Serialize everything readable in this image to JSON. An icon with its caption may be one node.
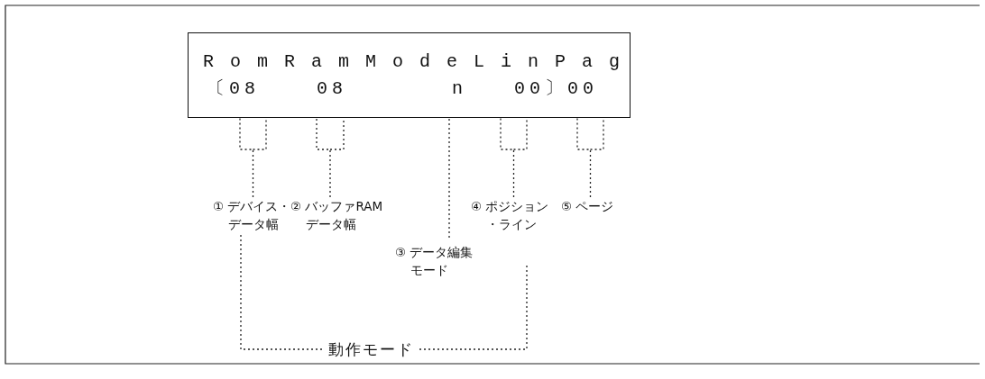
{
  "diagram": {
    "nodes": [
      {
        "text": [
          "RomRamModeLinPag",
          "〔08 08 n 00〕00"
        ]
      },
      {
        "text": [
          "① デバイス・データ幅"
        ]
      },
      {
        "text": [
          "② バッファRAMデータ幅"
        ]
      },
      {
        "text": [
          "③ データ編集モード"
        ]
      },
      {
        "text": [
          "④ ポジション・ライン"
        ]
      },
      {
        "text": [
          "⑤ ページ"
        ]
      },
      {
        "text": [
          "動作モード"
        ]
      }
    ],
    "edges": [
      {
        "from": 1,
        "to": 0,
        "arrow": "none",
        "style": "dashed"
      },
      {
        "from": 2,
        "to": 0,
        "arrow": "none",
        "style": "dashed"
      },
      {
        "from": 3,
        "to": 0,
        "arrow": "none",
        "style": "dashed"
      },
      {
        "from": 4,
        "to": 0,
        "arrow": "none",
        "style": "dashed"
      },
      {
        "from": 5,
        "to": 0,
        "arrow": "none",
        "style": "dashed"
      },
      {
        "from": 1,
        "to": 6,
        "arrow": "none",
        "style": "dashed"
      },
      {
        "from": 4,
        "to": 6,
        "arrow": "none",
        "style": "dashed"
      }
    ]
  }
}
